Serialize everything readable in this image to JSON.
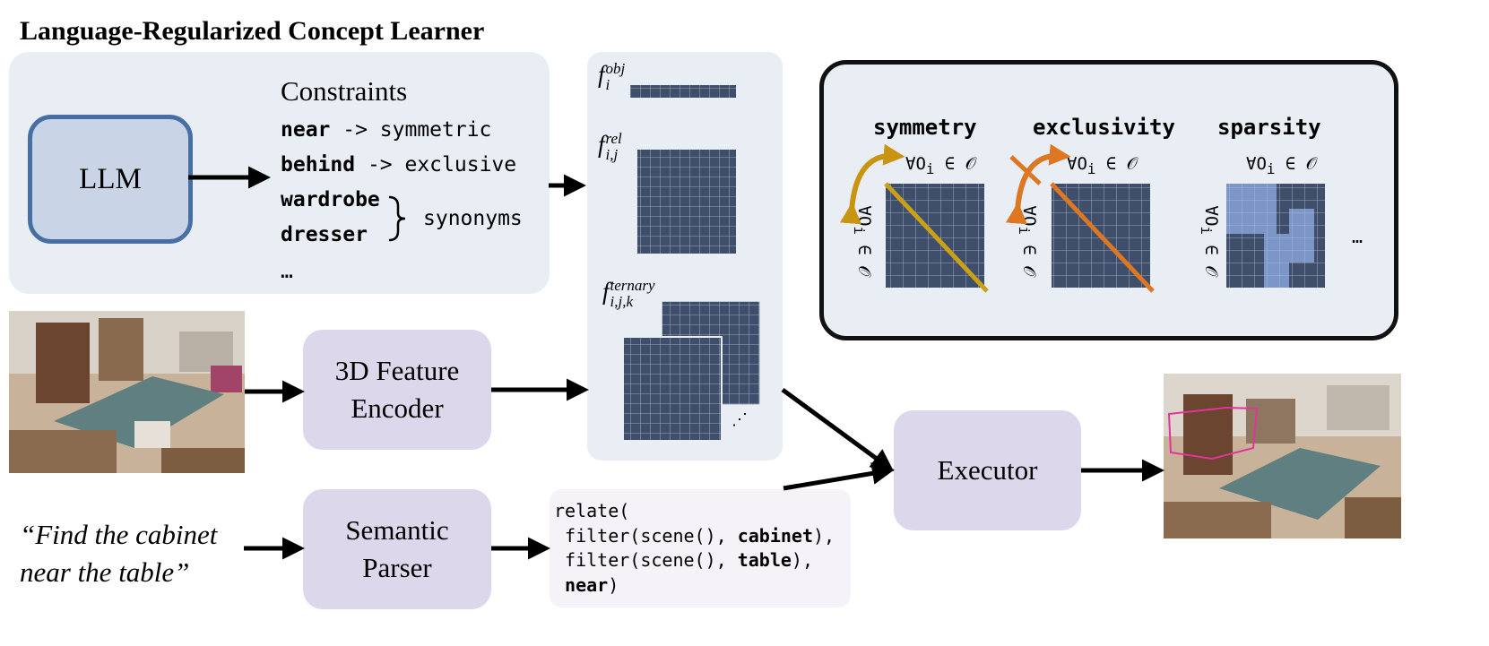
{
  "title": "Language-Regularized Concept Learner",
  "llm": {
    "label": "LLM"
  },
  "constraints": {
    "title": "Constraints",
    "lines": [
      {
        "term": "near",
        "rest": " -> symmetric"
      },
      {
        "term": "behind",
        "rest": " -> exclusive"
      }
    ],
    "synonym_terms": [
      "wardrobe",
      "dresser"
    ],
    "synonym_label": "synonyms",
    "ellipsis": "…"
  },
  "features": {
    "obj": {
      "base": "f",
      "sub": "i",
      "sup": "obj"
    },
    "rel": {
      "base": "f",
      "sub": "i,j",
      "sup": "rel"
    },
    "ternary": {
      "base": "f",
      "sub": "i,j,k",
      "sup": "ternary"
    },
    "ellipsis": "⋰"
  },
  "encoder": {
    "line1": "3D Feature",
    "line2": "Encoder"
  },
  "parser": {
    "line1": "Semantic",
    "line2": "Parser"
  },
  "executor": {
    "label": "Executor"
  },
  "query": {
    "line1": "“Find the cabinet",
    "line2": "near the table”"
  },
  "program": {
    "l1": "relate(",
    "l2a": " filter(scene(), ",
    "l2b": "cabinet",
    "l2c": "),",
    "l3a": " filter(scene(), ",
    "l3b": "table",
    "l3c": "),",
    "l4a": " ",
    "l4b": "near",
    "l4c": ")"
  },
  "regularizers": {
    "items": [
      {
        "name": "symmetry",
        "quantifier": "∀O",
        "quant_sub": "i",
        "quant_rest": " ∈ 𝒪",
        "arrow_color": "#c99411",
        "diag_color": "#c9a016"
      },
      {
        "name": "exclusivity",
        "quantifier": "∀O",
        "quant_sub": "i",
        "quant_rest": " ∈ 𝒪",
        "arrow_color": "#dd7722",
        "diag_color": "#dd7722"
      },
      {
        "name": "sparsity",
        "quantifier": "∀O",
        "quant_sub": "i",
        "quant_rest": " ∈ 𝒪"
      }
    ],
    "ellipsis": "…"
  },
  "colors": {
    "panel": "#e9eef4",
    "lavender": "#ddd7ec",
    "llm_fill": "#c9d5e6",
    "llm_border": "#4670a5",
    "grid_cell": "#3f4f6b",
    "sparse_cell": "#7d96c8",
    "detection_box": "#e0359a"
  }
}
